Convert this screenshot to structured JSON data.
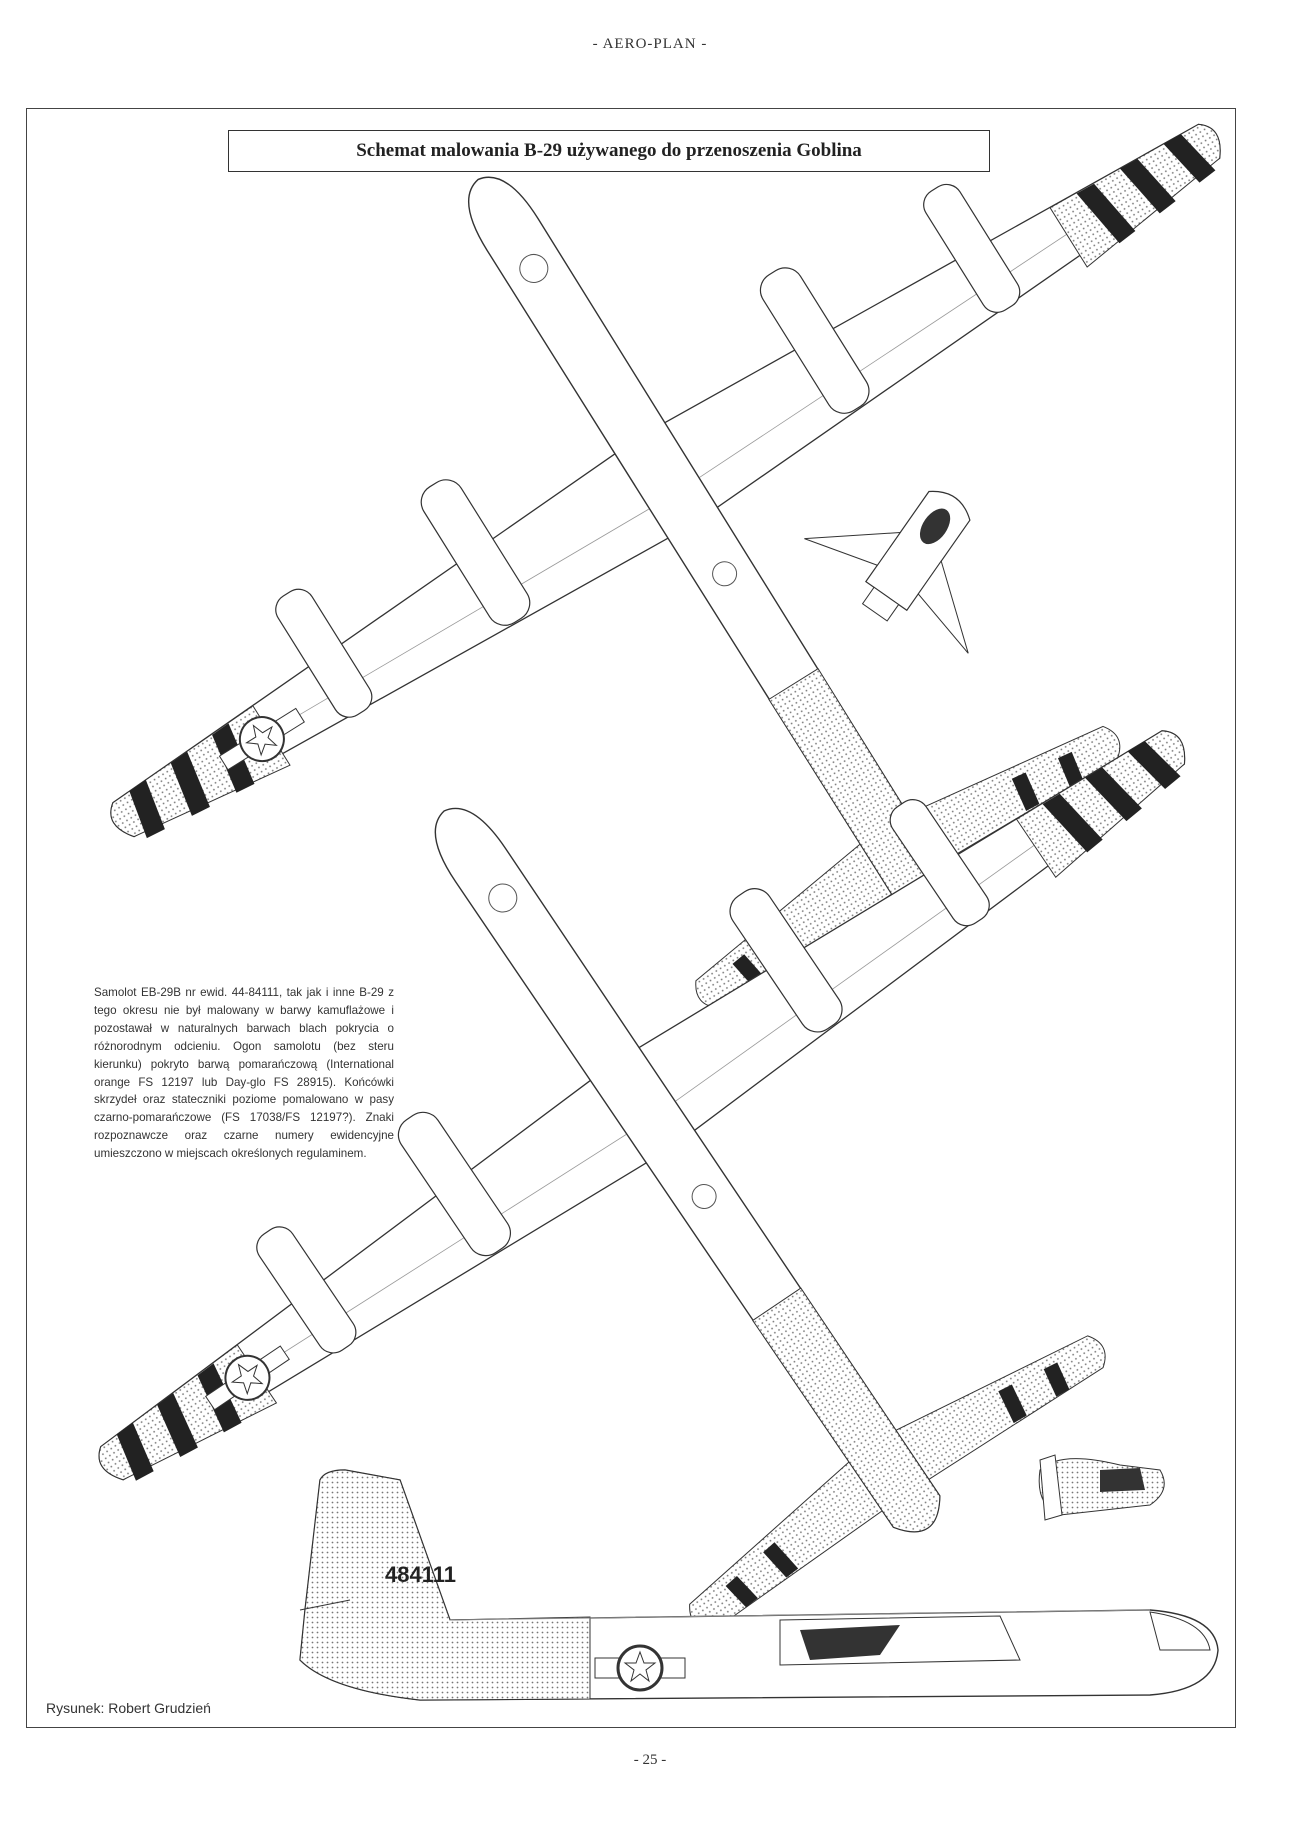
{
  "header": {
    "running_title": "- AERO-PLAN -"
  },
  "figure": {
    "title": "Schemat malowania B-29 używanego do przenoszenia Goblina",
    "tail_number": "484111",
    "caption": "Samolot EB-29B nr ewid. 44-84111, tak jak i inne B-29 z tego okresu nie był malowany w barwy kamuflażowe i pozostawał w naturalnych barwach blach pokrycia o różnorodnym odcieniu. Ogon samolotu (bez steru kierunku) pokryto barwą pomarańczową (International orange FS 12197 lub Day-glo FS 28915). Końcówki skrzydeł oraz stateczniki poziome pomalowano w pasy czarno-pomarańczowe (FS 17038/FS 12197?). Znaki rozpoznawcze oraz czarne numery ewidencyjne umieszczono w miejscach określonych regulaminem.",
    "credit": "Rysunek: Robert Grudzień"
  },
  "footer": {
    "page_number": "- 25 -"
  }
}
